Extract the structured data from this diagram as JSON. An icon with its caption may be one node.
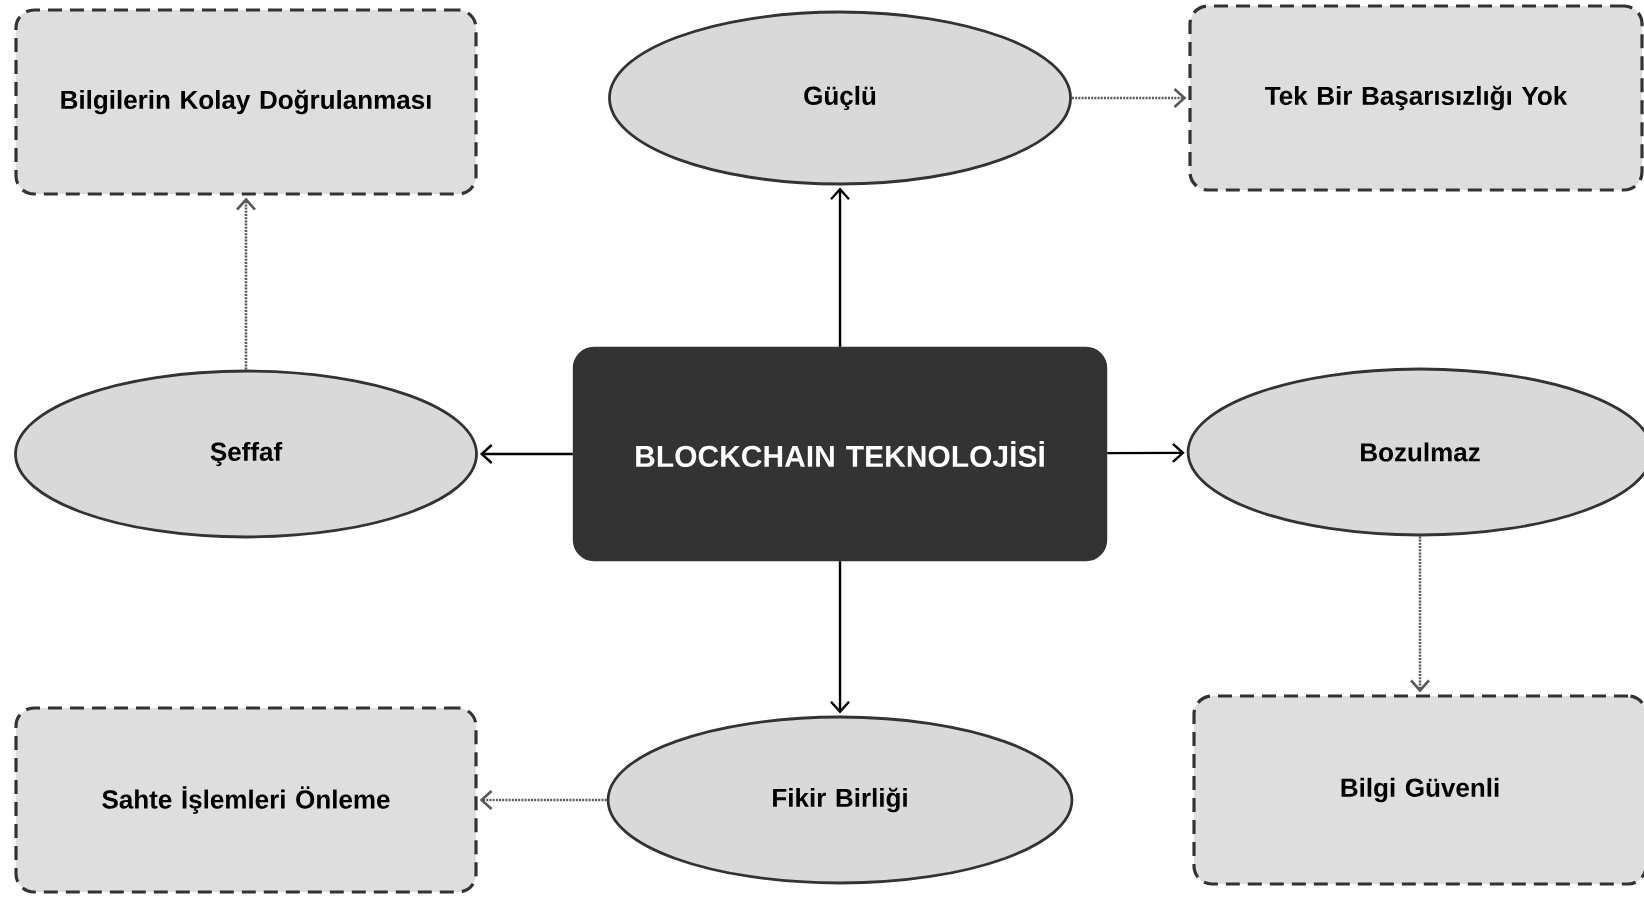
{
  "diagram": {
    "nodes": [
      {
        "text": [
          "Bilgilerin Kolay Doğrulanması"
        ]
      },
      {
        "text": [
          "Güçlü"
        ]
      },
      {
        "text": [
          "Tek Bir Başarısızlığı Yok"
        ]
      },
      {
        "text": [
          "Şeffaf"
        ]
      },
      {
        "text": [
          "BLOCKCHAIN TEKNOLOJİSİ"
        ]
      },
      {
        "text": [
          "Bozulmaz"
        ]
      },
      {
        "text": [
          "Sahte  İşlemleri Önleme"
        ]
      },
      {
        "text": [
          "Fikir Birliği"
        ]
      },
      {
        "text": [
          "Bilgi Güvenli"
        ]
      }
    ],
    "edges": [
      {
        "from": 4,
        "to": 1,
        "arrow": "to"
      },
      {
        "from": 4,
        "to": 3,
        "arrow": "to"
      },
      {
        "from": 4,
        "to": 5,
        "arrow": "to"
      },
      {
        "from": 4,
        "to": 7,
        "arrow": "to"
      },
      {
        "from": 1,
        "to": 2,
        "arrow": "to",
        "style": "dashed"
      },
      {
        "from": 3,
        "to": 0,
        "arrow": "to",
        "style": "dashed"
      },
      {
        "from": 5,
        "to": 8,
        "arrow": "to",
        "style": "dashed"
      },
      {
        "from": 7,
        "to": 6,
        "arrow": "to",
        "style": "dashed"
      }
    ]
  }
}
